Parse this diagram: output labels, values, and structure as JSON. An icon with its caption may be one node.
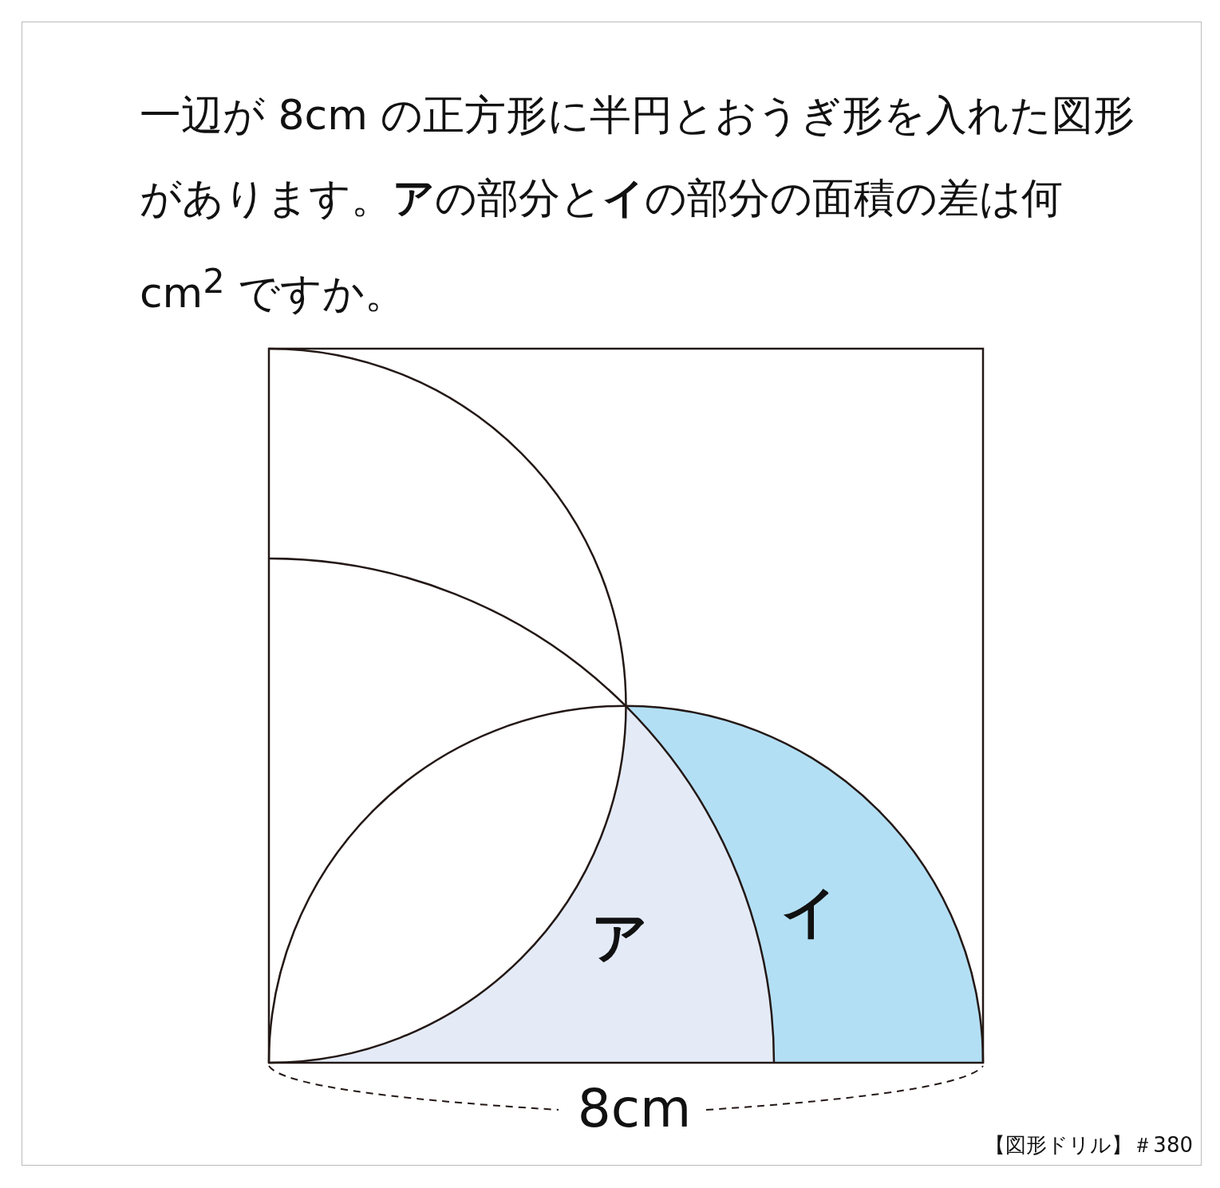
{
  "diagram": {
    "title": "一辺が 8cm の正方形に半円とおうぎ形を入れた図形があります。**ア**の部分と**イ**の部分の面積の差は何 cm$^{2}$ ですか。",
    "nodes": [
      {
        "text": [
          "ア"
        ]
      },
      {
        "text": [
          "イ"
        ]
      }
    ],
    "labels": [
      "8cm",
      "【図形ドリル】＃380"
    ]
  }
}
